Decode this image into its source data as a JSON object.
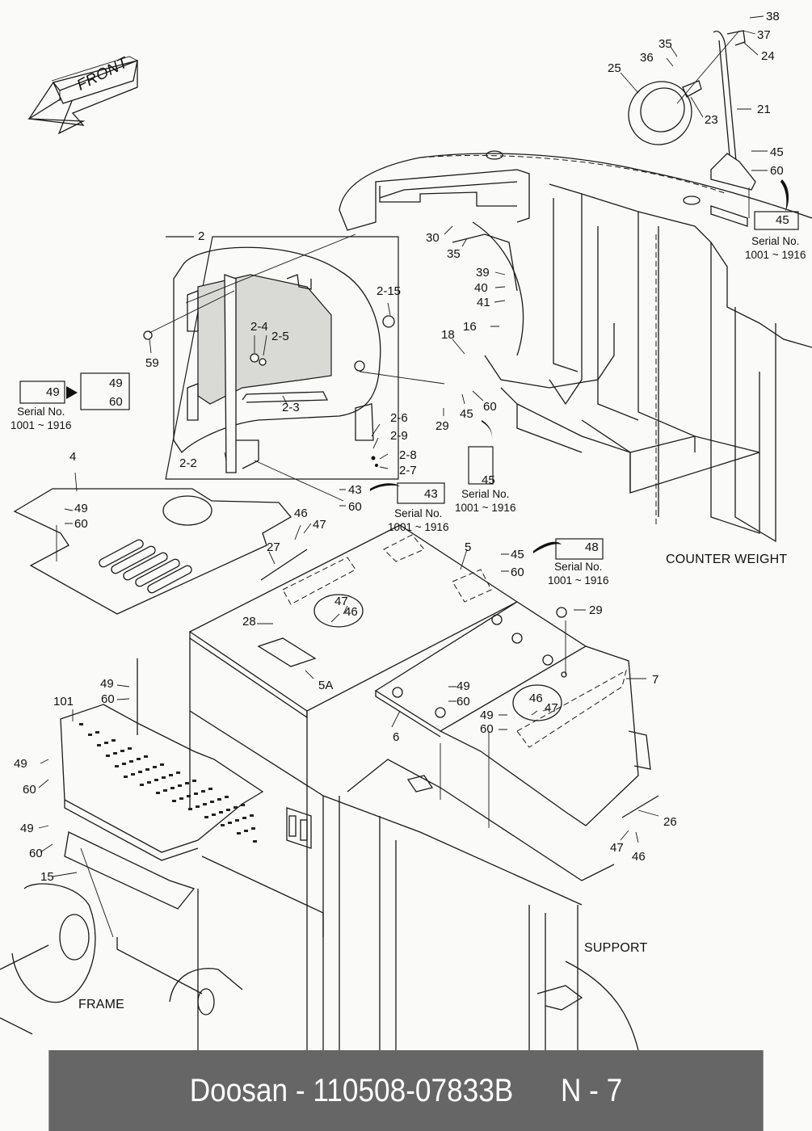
{
  "footer": {
    "brand": "Doosan",
    "separator": " - ",
    "part_number": "110508-07833B",
    "page_ref": "N - 7"
  },
  "orientation": {
    "arrow_label": "FRONT",
    "icon": "front-arrow-icon"
  },
  "areas": {
    "counter_weight": "COUNTER WEIGHT",
    "support": "SUPPORT",
    "frame": "FRAME"
  },
  "serial_note": {
    "line1": "Serial No.",
    "line2": "1001 ~ 1916"
  },
  "callouts": {
    "c38": "38",
    "c37": "37",
    "c24": "24",
    "c35a": "35",
    "c36": "36",
    "c25": "25",
    "c23": "23",
    "c21": "21",
    "c45a": "45",
    "c60a": "60",
    "box45a": "45",
    "c30": "30",
    "c35b": "35",
    "c39": "39",
    "c40": "40",
    "c41": "41",
    "c16": "16",
    "c18": "18",
    "c29a": "29",
    "c45b": "45",
    "c60b": "60",
    "box45b": "45",
    "c2": "2",
    "c2_15": "2-15",
    "c2_4": "2-4",
    "c2_5": "2-5",
    "c59": "59",
    "c2_3": "2-3",
    "c2_6": "2-6",
    "c2_9": "2-9",
    "c2_8": "2-8",
    "c2_7": "2-7",
    "c2_2": "2-2",
    "box49a": "49",
    "box49b": "49",
    "box60b": "60",
    "c4": "4",
    "c49a": "49",
    "c60c": "60",
    "c43": "43",
    "c60d": "60",
    "box43": "43",
    "c46a": "46",
    "c47a": "47",
    "c27": "27",
    "c5": "5",
    "c47b": "47",
    "c46b": "46",
    "c45c": "45",
    "c60e": "60",
    "box48": "48",
    "c28": "28",
    "c5a": "5A",
    "c29b": "29",
    "c7": "7",
    "c49b": "49",
    "c60f": "60",
    "c101": "101",
    "c49c": "49",
    "c60g": "60",
    "c6": "6",
    "c49d": "49",
    "c60h": "60",
    "c46c": "46",
    "c47c": "47",
    "c49e": "49",
    "c60i": "60",
    "c49f": "49",
    "c60j": "60",
    "c15": "15",
    "c26": "26",
    "c47d": "47",
    "c46d": "46"
  }
}
